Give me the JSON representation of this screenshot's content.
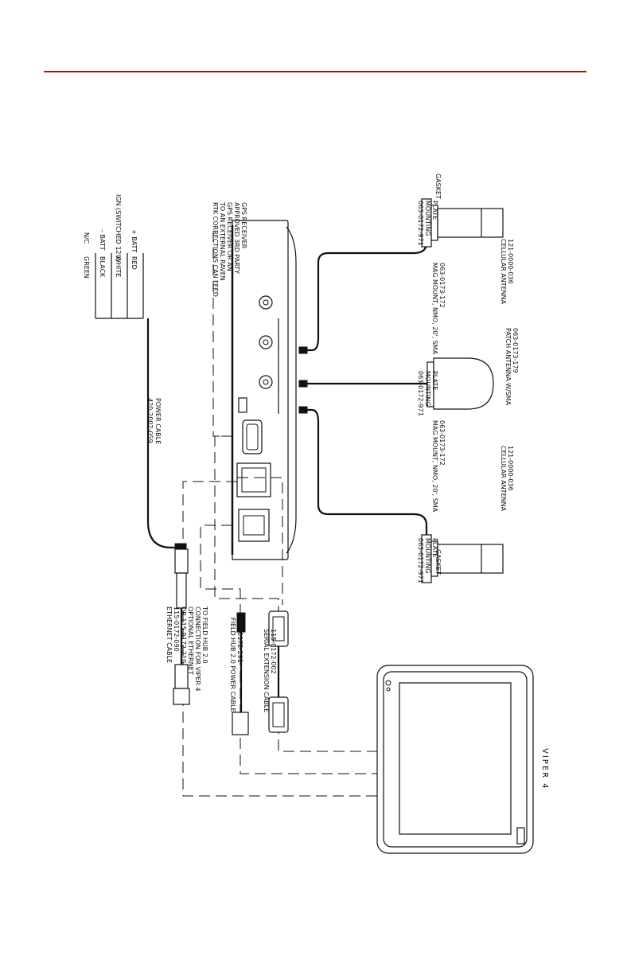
{
  "colors": {
    "accent_rule": "#9b1b1b",
    "ink": "#111111"
  },
  "labels": {
    "power_cable": [
      "POWER CABLE",
      "420-2002-059"
    ],
    "wires": [
      {
        "pin": "+ BATT",
        "color": "RED"
      },
      {
        "pin": "IGN (SWITCHED 12V)",
        "color": "WHITE"
      },
      {
        "pin": "– BATT",
        "color": "BLACK"
      },
      {
        "pin": "N/C",
        "color": "GREEN"
      }
    ],
    "rtk_note": [
      "RTK CORRECTIONS CAN FEED",
      "TO AN EXTERNAL RAVEN",
      "GPS RECEIVER OR AN",
      "APPROVED 3RD PARTY",
      "GPS RECEIVER"
    ],
    "mag_mount_1": [
      "MAG MOUNT, NMO, 20', SMA",
      "063-0173-172"
    ],
    "mag_mount_2": [
      "MAG MOUNT, NMO, 20', SMA",
      "063-0173-172"
    ],
    "cellular_antenna_1": [
      "CELLULAR ANTENNA",
      "121-0000-036"
    ],
    "cellular_antenna_2": [
      "CELLULAR ANTENNA",
      "121-0000-036"
    ],
    "patch_antenna": [
      "PATCH ANTENNA W/SMA",
      "063-0173-179"
    ],
    "mounting_plate_1": [
      "063-0172-971",
      "MOUNTING",
      "PLATE"
    ],
    "mounting_plate_2": [
      "063-0172-971",
      "MOUNTING",
      "PLATE"
    ],
    "mounting_plate_3": [
      "063-0172-971",
      "MOUNTING",
      "PLATE"
    ],
    "gasket_1": "GASKET",
    "gasket_2": "GASKET",
    "ethernet_cable": [
      "ETHERNET CABLE",
      "115-0172-090",
      "OR 115-0172-210",
      "OPTIONAL ETHERNET",
      "CONNECTION FOR VIPER 4",
      "TO FIELD HUB 2.0"
    ],
    "field_hub_cable": [
      "FIELD HUB 2.0 POWER CABLE",
      "115-0172-291"
    ],
    "serial_cable": [
      "SERIAL EXTENSION CABLE",
      "115-0172-002"
    ],
    "display_name": "VIPER 4"
  }
}
